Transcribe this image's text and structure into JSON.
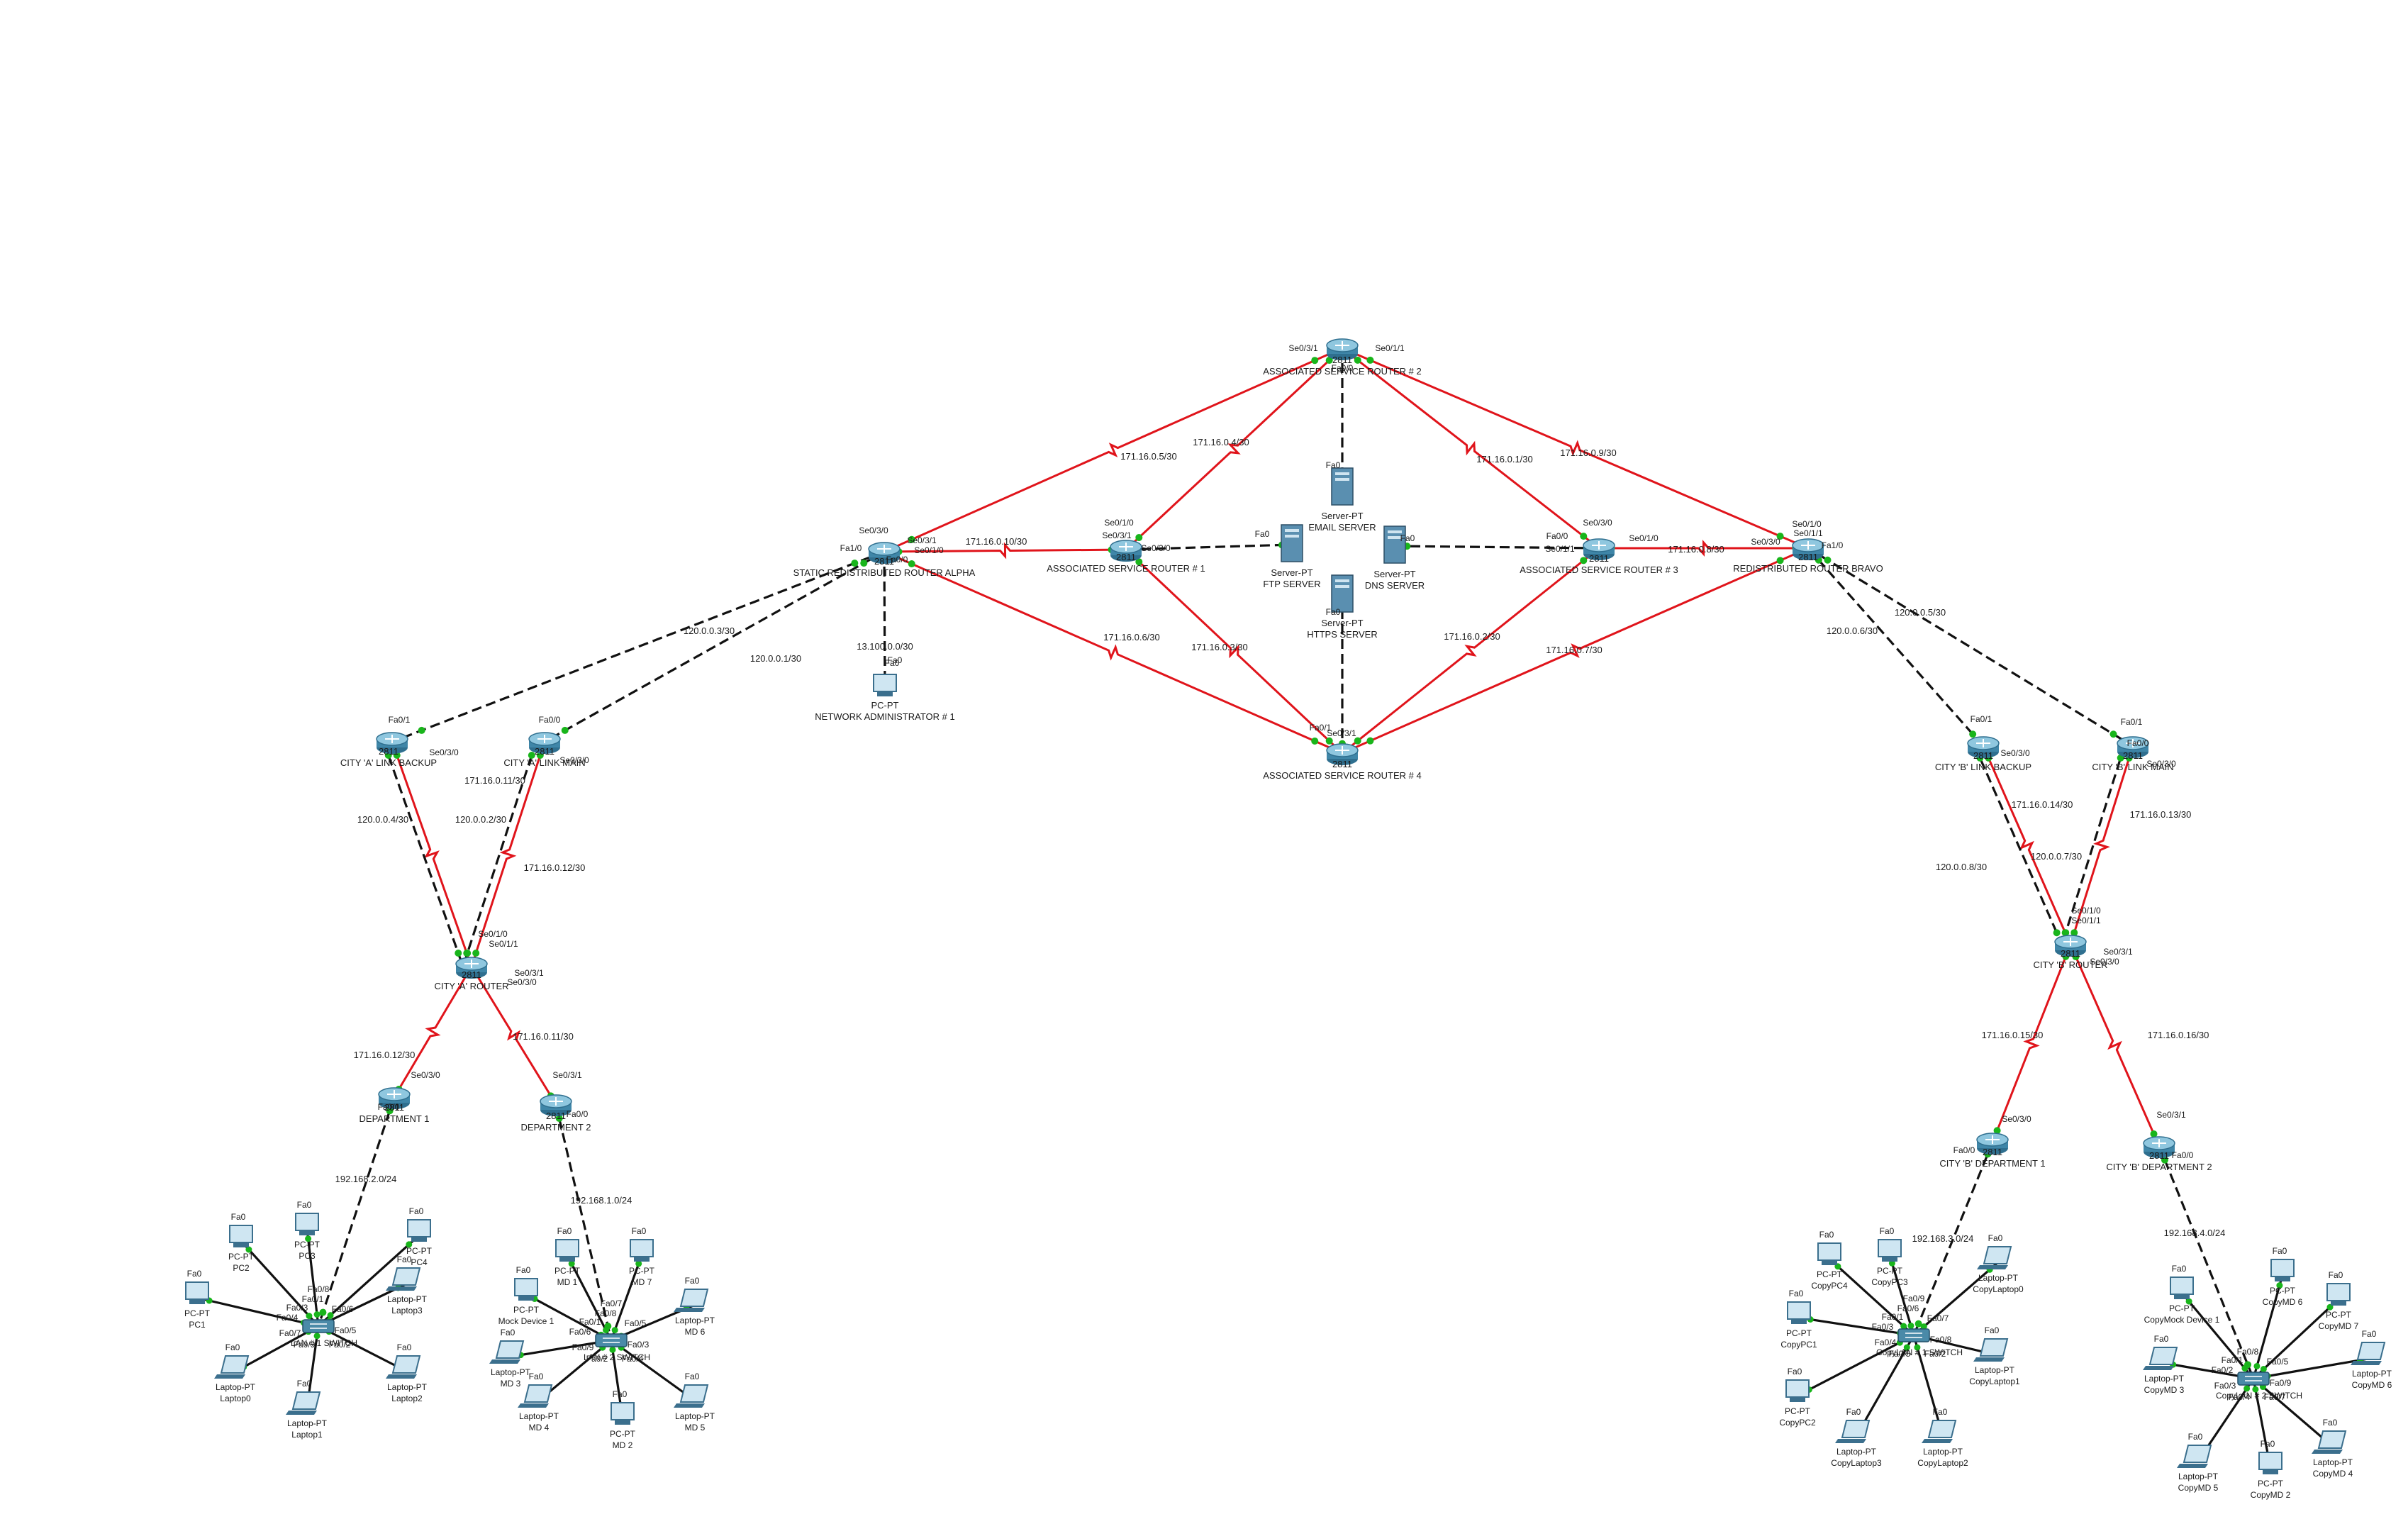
{
  "colors": {
    "serial_link": "#e0141b",
    "ethernet_link": "#111111",
    "link_up": "#19b51b",
    "router": "#4a8aa8",
    "background": "#ffffff"
  },
  "routers": [
    {
      "key": "asr2",
      "name": "ASSOCIATED SERVICE ROUTER # 2",
      "model": "2811"
    },
    {
      "key": "alpha",
      "name": "STATIC REDISTRIBUTED ROUTER ALPHA",
      "model": "2811"
    },
    {
      "key": "asr1",
      "name": "ASSOCIATED SERVICE ROUTER # 1",
      "model": "2811"
    },
    {
      "key": "asr3",
      "name": "ASSOCIATED SERVICE ROUTER # 3",
      "model": "2811"
    },
    {
      "key": "bravo",
      "name": "REDISTRIBUTED ROUTER BRAVO",
      "model": "2811"
    },
    {
      "key": "asr4",
      "name": "ASSOCIATED SERVICE ROUTER # 4",
      "model": "2811"
    },
    {
      "key": "citya_backup",
      "name": "CITY 'A' LINK BACKUP",
      "model": "2811"
    },
    {
      "key": "citya_main",
      "name": "CITY 'A' LINK MAIN",
      "model": "2811"
    },
    {
      "key": "citya_r",
      "name": "CITY 'A' ROUTER",
      "model": "2811"
    },
    {
      "key": "dept1",
      "name": "DEPARTMENT 1",
      "model": "2811"
    },
    {
      "key": "dept2",
      "name": "DEPARTMENT 2",
      "model": "2811"
    },
    {
      "key": "cityb_backup",
      "name": "CITY 'B' LINK BACKUP",
      "model": "2811"
    },
    {
      "key": "cityb_main",
      "name": "CITY 'B' LINK MAIN",
      "model": "2811"
    },
    {
      "key": "cityb_r",
      "name": "CITY 'B' ROUTER",
      "model": "2811"
    },
    {
      "key": "cityb_d1",
      "name": "CITY 'B' DEPARTMENT 1",
      "model": "2811"
    },
    {
      "key": "cityb_d2",
      "name": "CITY 'B' DEPARTMENT 2",
      "model": "2811"
    }
  ],
  "servers": [
    {
      "key": "email",
      "type": "Server-PT",
      "name": "EMAIL SERVER"
    },
    {
      "key": "ftp",
      "type": "Server-PT",
      "name": "FTP SERVER"
    },
    {
      "key": "dns",
      "type": "Server-PT",
      "name": "DNS SERVER"
    },
    {
      "key": "https",
      "type": "Server-PT",
      "name": "HTTPS SERVER"
    }
  ],
  "admin_pc": {
    "type": "PC-PT",
    "name": "NETWORK ADMINISTRATOR # 1",
    "port": "Fa0"
  },
  "link_labels": [
    "171.16.0.5/30",
    "171.16.0.4/30",
    "171.16.0.1/30",
    "171.16.0.9/30",
    "171.16.0.10/30",
    "171.16.0.8/30",
    "171.16.0.6/30",
    "171.16.0.3/30",
    "171.16.0.2/30",
    "171.16.0.7/30",
    "13.100.0.0/30",
    "120.0.0.3/30",
    "120.0.0.1/30",
    "120.0.0.4/30",
    "120.0.0.2/30",
    "171.16.0.11/30",
    "171.16.0.12/30",
    "171.16.0.12/30",
    "171.16.0.11/30",
    "192.168.2.0/24",
    "192.168.1.0/24",
    "120.0.0.6/30",
    "120.0.0.5/30",
    "171.16.0.14/30",
    "171.16.0.13/30",
    "120.0.0.7/30",
    "120.0.0.8/30",
    "171.16.0.15/30",
    "171.16.0.16/30",
    "192.168.3.0/24",
    "192.168.4.0/24"
  ],
  "port_labels": [
    "Se0/3/1",
    "Se0/1/1",
    "Fa0/0",
    "Se0/3/0",
    "Se0/3/1",
    "Fa1/0",
    "Fa0/0",
    "Se0/1/0",
    "Se0/1/0",
    "Se0/3/1",
    "Se0/3/0",
    "Fa0",
    "Fa0",
    "Fa0",
    "Fa0",
    "Fa0",
    "Se0/3/0",
    "Fa0/0",
    "Se0/1/1",
    "Se0/1/0",
    "Se0/1/0",
    "Se0/1/1",
    "Se0/3/0",
    "Fa1/0",
    "Se0/3/1",
    "Fa0/1",
    "Se0/3/0",
    "Fa0/0",
    "Se0/3/0",
    "Fa0/1",
    "Se0/1/0",
    "Se0/1/1",
    "Se0/3/1",
    "Se0/3/0",
    "Fa0/0",
    "Se0/3/0",
    "Se0/3/1",
    "Fa0/0",
    "Fa0/1",
    "Se0/3/0",
    "Fa0/1",
    "Se0/3/0",
    "Fa0/0",
    "Se0/1/0",
    "Se0/1/1",
    "Se0/3/1",
    "Se0/3/0",
    "Se0/3/0",
    "Fa0/0",
    "Se0/3/1",
    "Fa0/0"
  ],
  "lans": [
    {
      "switch_name": "LAN # 1 SWITCH",
      "devices": [
        {
          "type": "PC-PT",
          "name": "PC2",
          "port": "Fa0"
        },
        {
          "type": "PC-PT",
          "name": "PC3",
          "port": "Fa0"
        },
        {
          "type": "PC-PT",
          "name": "PC4",
          "port": "Fa0"
        },
        {
          "type": "PC-PT",
          "name": "PC1",
          "port": "Fa0"
        },
        {
          "type": "Laptop-PT",
          "name": "Laptop3",
          "port": "Fa0"
        },
        {
          "type": "Laptop-PT",
          "name": "Laptop0",
          "port": "Fa0"
        },
        {
          "type": "Laptop-PT",
          "name": "Laptop1",
          "port": "Fa0"
        },
        {
          "type": "Laptop-PT",
          "name": "Laptop2",
          "port": "Fa0"
        }
      ],
      "switch_ports": [
        "Fa0/3",
        "Fa0/4",
        "Fa0/1",
        "Fa0/6",
        "Fa0/7",
        "Fa0/5",
        "Fa0/9",
        "Fa0/2",
        "Fa0/8"
      ]
    },
    {
      "switch_name": "LAN # 2 SWITCH",
      "devices": [
        {
          "type": "PC-PT",
          "name": "MD 1",
          "port": "Fa0"
        },
        {
          "type": "PC-PT",
          "name": "MD 7",
          "port": "Fa0"
        },
        {
          "type": "PC-PT",
          "name": "Mock Device 1",
          "port": "Fa0"
        },
        {
          "type": "Laptop-PT",
          "name": "MD 6",
          "port": "Fa0"
        },
        {
          "type": "Laptop-PT",
          "name": "MD 3",
          "port": "Fa0"
        },
        {
          "type": "Laptop-PT",
          "name": "MD 4",
          "port": "Fa0"
        },
        {
          "type": "PC-PT",
          "name": "MD 2",
          "port": "Fa0"
        },
        {
          "type": "Laptop-PT",
          "name": "MD 5",
          "port": "Fa0"
        }
      ],
      "switch_ports": [
        "Fa0/1",
        "Fa0/6",
        "Fa0/8",
        "Fa0/5",
        "Fa0/9",
        "Fa0/3",
        "Fa0/2",
        "Fa0/4",
        "Fa0/7"
      ]
    },
    {
      "switch_name": "CopyLAN # 1 SWITCH",
      "devices": [
        {
          "type": "PC-PT",
          "name": "CopyPC4",
          "port": "Fa0"
        },
        {
          "type": "PC-PT",
          "name": "CopyPC3",
          "port": "Fa0"
        },
        {
          "type": "Laptop-PT",
          "name": "CopyLaptop0",
          "port": "Fa0"
        },
        {
          "type": "PC-PT",
          "name": "CopyPC1",
          "port": "Fa0"
        },
        {
          "type": "Laptop-PT",
          "name": "CopyLaptop1",
          "port": "Fa0"
        },
        {
          "type": "PC-PT",
          "name": "CopyPC2",
          "port": "Fa0"
        },
        {
          "type": "Laptop-PT",
          "name": "CopyLaptop3",
          "port": "Fa0"
        },
        {
          "type": "Laptop-PT",
          "name": "CopyLaptop2",
          "port": "Fa0"
        }
      ],
      "switch_ports": [
        "Fa0/1",
        "Fa0/3",
        "Fa0/6",
        "Fa0/7",
        "Fa0/4",
        "Fa0/8",
        "Fa0/5",
        "Fa0/2",
        "Fa0/9"
      ]
    },
    {
      "switch_name": "CopyLAN # 2 SWITCH",
      "devices": [
        {
          "type": "PC-PT",
          "name": "CopyMock Device 1",
          "port": "Fa0"
        },
        {
          "type": "PC-PT",
          "name": "CopyMD 6",
          "port": "Fa0"
        },
        {
          "type": "PC-PT",
          "name": "CopyMD 7",
          "port": "Fa0"
        },
        {
          "type": "Laptop-PT",
          "name": "CopyMD 3",
          "port": "Fa0"
        },
        {
          "type": "Laptop-PT",
          "name": "CopyMD 6",
          "port": "Fa0"
        },
        {
          "type": "Laptop-PT",
          "name": "CopyMD 5",
          "port": "Fa0"
        },
        {
          "type": "PC-PT",
          "name": "CopyMD 2",
          "port": "Fa0"
        },
        {
          "type": "Laptop-PT",
          "name": "CopyMD 4",
          "port": "Fa0"
        }
      ],
      "switch_ports": [
        "Fa0/1",
        "Fa0/2",
        "Fa0/8",
        "Fa0/5",
        "Fa0/3",
        "Fa0/9",
        "Fa0/4",
        "Fa0/7"
      ]
    }
  ]
}
